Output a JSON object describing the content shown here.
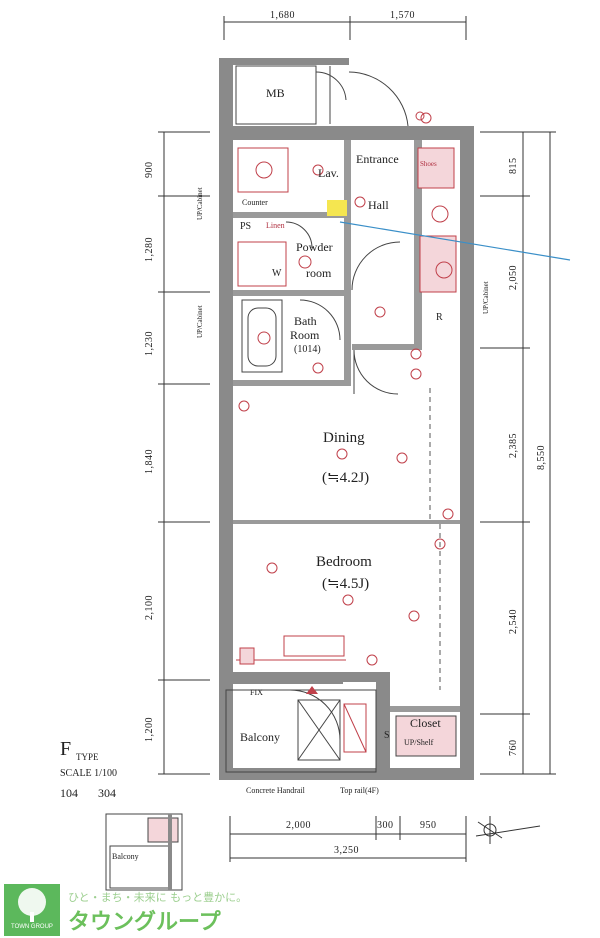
{
  "top_dimensions": [
    "1,680",
    "1,570"
  ],
  "left_dimensions": [
    "900",
    "1,280",
    "1,230",
    "1,840",
    "2,100",
    "1,200"
  ],
  "right_dimensions": [
    "815",
    "2,050",
    "2,385",
    "2,540",
    "760"
  ],
  "right_total": "8,550",
  "bottom_dimensions": [
    "2,000",
    "300",
    "950"
  ],
  "bottom_total": "3,250",
  "rooms": {
    "mb": "MB",
    "lav": "Lav.",
    "entrance": "Entrance",
    "hall": "Hall",
    "ps": "PS",
    "linen": "Linen",
    "counter": "Counter",
    "powder": "Powder",
    "powder_room": "room",
    "bath": "Bath",
    "bath_room": "Room",
    "bath_size": "(1014)",
    "shoes": "Shoes",
    "r": "R",
    "w": "W",
    "dining": "Dining",
    "dining_size": "(≒4.2J)",
    "bedroom": "Bedroom",
    "bedroom_size": "(≒4.5J)",
    "balcony": "Balcony",
    "closet": "Closet",
    "closet_shelf": "UP/Shelf",
    "fix": "FIX",
    "s": "S",
    "up_cabinet_1": "UP/Cabinet",
    "up_cabinet_2": "UP/Cabinet",
    "up_cabinet_3": "UP/Cabinet"
  },
  "notes": {
    "handrail": "Concrete Handrail",
    "top_rail": "Top rail(4F)"
  },
  "legend": {
    "type_letter": "F",
    "type_word": "TYPE",
    "scale": "SCALE 1/100",
    "units": [
      "104",
      "304"
    ],
    "mini_balcony": "Balcony"
  },
  "brand": {
    "tagline": "ひと・まち・未来に もっと豊かに。",
    "name": "タウングループ",
    "logo_caption": "TOWN GROUP"
  },
  "colors": {
    "wall": "#8a8a8a",
    "fixture": "#c0404a",
    "logo_green": "#5cb85c",
    "pointer_line": "#3a8fc8"
  }
}
